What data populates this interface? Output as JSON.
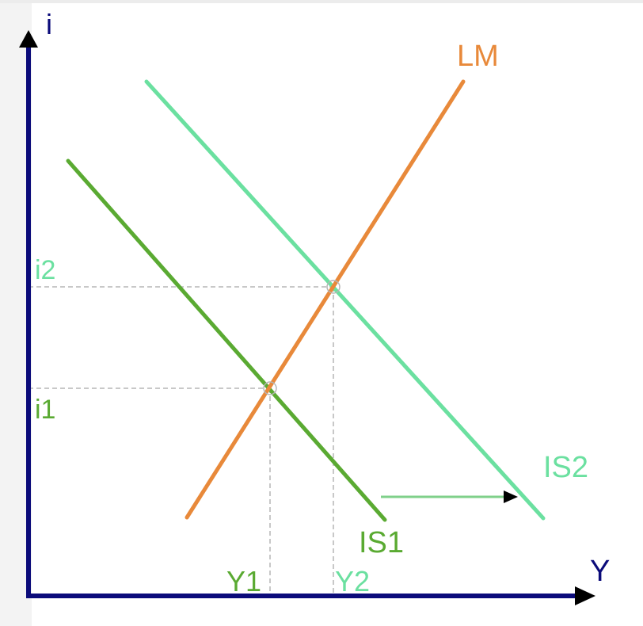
{
  "diagram": {
    "axes": {
      "y_axis_label": "i",
      "x_axis_label": "Y",
      "axis_color": "#0b0b7a"
    },
    "curves": {
      "lm": {
        "label": "LM",
        "color": "#e8893a"
      },
      "is1": {
        "label": "IS1",
        "color": "#5aaa32"
      },
      "is2": {
        "label": "IS2",
        "color": "#6be0a0"
      }
    },
    "levels": {
      "i1": {
        "label": "i1",
        "color": "#5aaa32"
      },
      "i2": {
        "label": "i2",
        "color": "#6be0a0"
      },
      "y1": {
        "label": "Y1",
        "color": "#5aaa32"
      },
      "y2": {
        "label": "Y2",
        "color": "#6be0a0"
      }
    },
    "shift_arrow": {
      "direction": "right",
      "color": "#7fd08a"
    },
    "guide_color": "#b5b5b5",
    "background_panel_color": "#f3f3f3"
  }
}
